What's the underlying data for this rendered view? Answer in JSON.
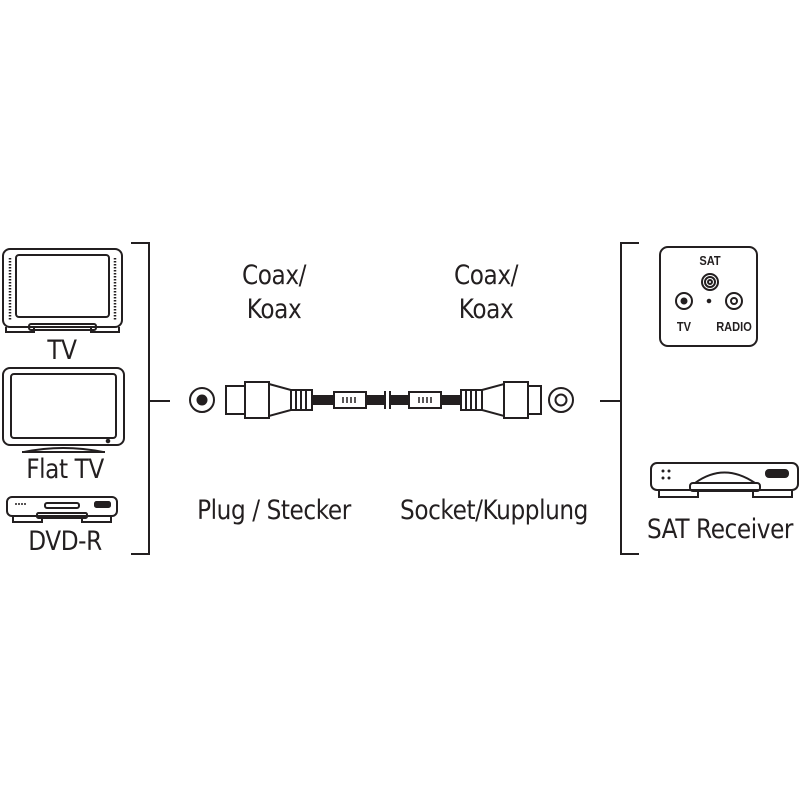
{
  "devices_left": [
    {
      "id": "tv",
      "label": "TV",
      "icon": "crt-tv-icon"
    },
    {
      "id": "flat-tv",
      "label": "Flat TV",
      "icon": "flat-tv-icon"
    },
    {
      "id": "dvd-r",
      "label": "DVD-R",
      "icon": "dvd-recorder-icon"
    }
  ],
  "devices_right": [
    {
      "id": "wall-socket",
      "icon": "sat-wall-socket-icon",
      "socket_labels": {
        "top": "SAT",
        "left": "TV",
        "right": "RADIO"
      }
    },
    {
      "id": "sat-receiver",
      "label": "SAT Receiver",
      "icon": "sat-receiver-icon"
    }
  ],
  "cable": {
    "left_connector": {
      "type_label_line1": "Coax/",
      "type_label_line2": "Koax",
      "gender_label": "Plug / Stecker"
    },
    "right_connector": {
      "type_label_line1": "Coax/",
      "type_label_line2": "Koax",
      "gender_label": "Socket/Kupplung"
    }
  },
  "colors": {
    "stroke": "#231f20",
    "background": "#ffffff"
  }
}
